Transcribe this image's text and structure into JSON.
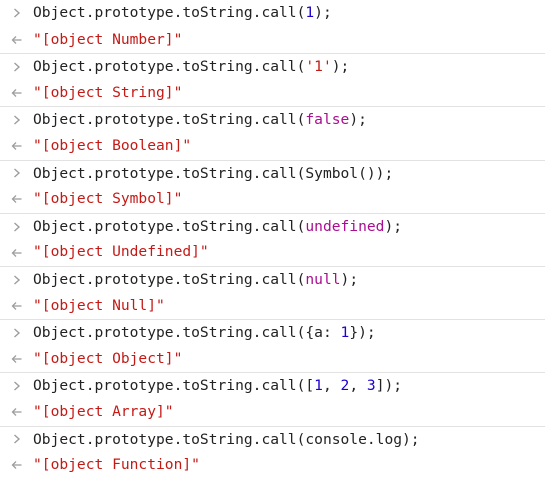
{
  "icons": {
    "input_prompt": "chevron-right-icon",
    "result_prompt": "return-arrow-icon"
  },
  "colors": {
    "code": "#222222",
    "number": "#1c00cf",
    "string": "#c41a16",
    "keyword": "#aa0d91",
    "prompt": "#9e9e9e",
    "divider": "#e2e2e2"
  },
  "entries": [
    {
      "input": [
        {
          "t": "plain",
          "v": "Object.prototype.toString.call("
        },
        {
          "t": "num",
          "v": "1"
        },
        {
          "t": "plain",
          "v": ");"
        }
      ],
      "result": "\"[object Number]\""
    },
    {
      "input": [
        {
          "t": "plain",
          "v": "Object.prototype.toString.call("
        },
        {
          "t": "str",
          "v": "'1'"
        },
        {
          "t": "plain",
          "v": ");"
        }
      ],
      "result": "\"[object String]\""
    },
    {
      "input": [
        {
          "t": "plain",
          "v": "Object.prototype.toString.call("
        },
        {
          "t": "kw",
          "v": "false"
        },
        {
          "t": "plain",
          "v": ");"
        }
      ],
      "result": "\"[object Boolean]\""
    },
    {
      "input": [
        {
          "t": "plain",
          "v": "Object.prototype.toString.call(Symbol());"
        }
      ],
      "result": "\"[object Symbol]\""
    },
    {
      "input": [
        {
          "t": "plain",
          "v": "Object.prototype.toString.call("
        },
        {
          "t": "kw",
          "v": "undefined"
        },
        {
          "t": "plain",
          "v": ");"
        }
      ],
      "result": "\"[object Undefined]\""
    },
    {
      "input": [
        {
          "t": "plain",
          "v": "Object.prototype.toString.call("
        },
        {
          "t": "kw",
          "v": "null"
        },
        {
          "t": "plain",
          "v": ");"
        }
      ],
      "result": "\"[object Null]\""
    },
    {
      "input": [
        {
          "t": "plain",
          "v": "Object.prototype.toString.call({a: "
        },
        {
          "t": "num",
          "v": "1"
        },
        {
          "t": "plain",
          "v": "});"
        }
      ],
      "result": "\"[object Object]\""
    },
    {
      "input": [
        {
          "t": "plain",
          "v": "Object.prototype.toString.call(["
        },
        {
          "t": "num",
          "v": "1"
        },
        {
          "t": "plain",
          "v": ", "
        },
        {
          "t": "num",
          "v": "2"
        },
        {
          "t": "plain",
          "v": ", "
        },
        {
          "t": "num",
          "v": "3"
        },
        {
          "t": "plain",
          "v": "]);"
        }
      ],
      "result": "\"[object Array]\""
    },
    {
      "input": [
        {
          "t": "plain",
          "v": "Object.prototype.toString.call(console.log);"
        }
      ],
      "result": "\"[object Function]\""
    }
  ]
}
